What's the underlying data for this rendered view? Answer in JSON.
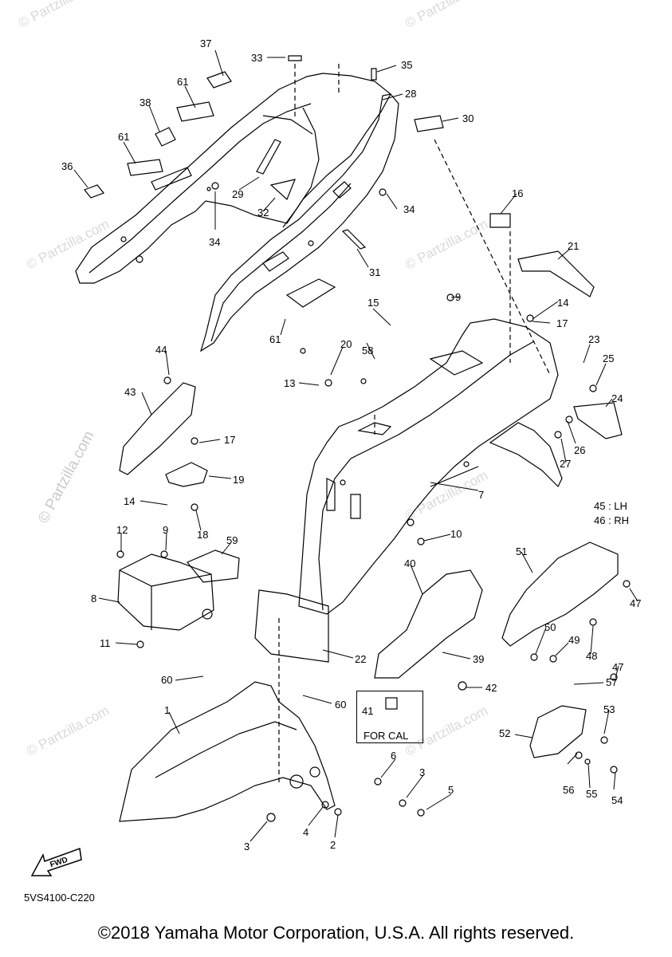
{
  "diagram": {
    "code": "5VS4100-C220",
    "copyright": "©2018 Yamaha Motor Corporation, U.S.A. All rights reserved.",
    "for_cal_label": "FOR CAL",
    "fwd_label": "FWD",
    "watermark_text": "© Partzilla.com",
    "watermark_vertical": "© Partzilla.com",
    "callout_41": "41",
    "callouts": [
      {
        "id": "37",
        "label": "37"
      },
      {
        "id": "33",
        "label": "33"
      },
      {
        "id": "35",
        "label": "35"
      },
      {
        "id": "61a",
        "label": "61"
      },
      {
        "id": "38",
        "label": "38"
      },
      {
        "id": "28",
        "label": "28"
      },
      {
        "id": "30",
        "label": "30"
      },
      {
        "id": "61b",
        "label": "61"
      },
      {
        "id": "36",
        "label": "36"
      },
      {
        "id": "29",
        "label": "29"
      },
      {
        "id": "32",
        "label": "32"
      },
      {
        "id": "34a",
        "label": "34"
      },
      {
        "id": "34b",
        "label": "34"
      },
      {
        "id": "16",
        "label": "16"
      },
      {
        "id": "31",
        "label": "31"
      },
      {
        "id": "21",
        "label": "21"
      },
      {
        "id": "9a",
        "label": "9"
      },
      {
        "id": "15",
        "label": "15"
      },
      {
        "id": "14a",
        "label": "14"
      },
      {
        "id": "61c",
        "label": "61"
      },
      {
        "id": "17a",
        "label": "17"
      },
      {
        "id": "20",
        "label": "20"
      },
      {
        "id": "58",
        "label": "58"
      },
      {
        "id": "44",
        "label": "44"
      },
      {
        "id": "23",
        "label": "23"
      },
      {
        "id": "25",
        "label": "25"
      },
      {
        "id": "13",
        "label": "13"
      },
      {
        "id": "43",
        "label": "43"
      },
      {
        "id": "24",
        "label": "24"
      },
      {
        "id": "17b",
        "label": "17"
      },
      {
        "id": "26",
        "label": "26"
      },
      {
        "id": "27",
        "label": "27"
      },
      {
        "id": "19",
        "label": "19"
      },
      {
        "id": "7",
        "label": "7"
      },
      {
        "id": "14b",
        "label": "14"
      },
      {
        "id": "45",
        "label": "45 : LH"
      },
      {
        "id": "46",
        "label": "46 : RH"
      },
      {
        "id": "18",
        "label": "18"
      },
      {
        "id": "12",
        "label": "12"
      },
      {
        "id": "9b",
        "label": "9"
      },
      {
        "id": "10",
        "label": "10"
      },
      {
        "id": "59",
        "label": "59"
      },
      {
        "id": "51",
        "label": "51"
      },
      {
        "id": "40",
        "label": "40"
      },
      {
        "id": "8",
        "label": "8"
      },
      {
        "id": "47a",
        "label": "47"
      },
      {
        "id": "50",
        "label": "50"
      },
      {
        "id": "49",
        "label": "49"
      },
      {
        "id": "48",
        "label": "48"
      },
      {
        "id": "47b",
        "label": "47"
      },
      {
        "id": "11",
        "label": "11"
      },
      {
        "id": "22",
        "label": "22"
      },
      {
        "id": "39",
        "label": "39"
      },
      {
        "id": "60a",
        "label": "60"
      },
      {
        "id": "42",
        "label": "42"
      },
      {
        "id": "57",
        "label": "57"
      },
      {
        "id": "60b",
        "label": "60"
      },
      {
        "id": "1",
        "label": "1"
      },
      {
        "id": "53",
        "label": "53"
      },
      {
        "id": "52",
        "label": "52"
      },
      {
        "id": "6",
        "label": "6"
      },
      {
        "id": "3a",
        "label": "3"
      },
      {
        "id": "56",
        "label": "56"
      },
      {
        "id": "55",
        "label": "55"
      },
      {
        "id": "54",
        "label": "54"
      },
      {
        "id": "5",
        "label": "5"
      },
      {
        "id": "4",
        "label": "4"
      },
      {
        "id": "2",
        "label": "2"
      },
      {
        "id": "3b",
        "label": "3"
      }
    ]
  }
}
